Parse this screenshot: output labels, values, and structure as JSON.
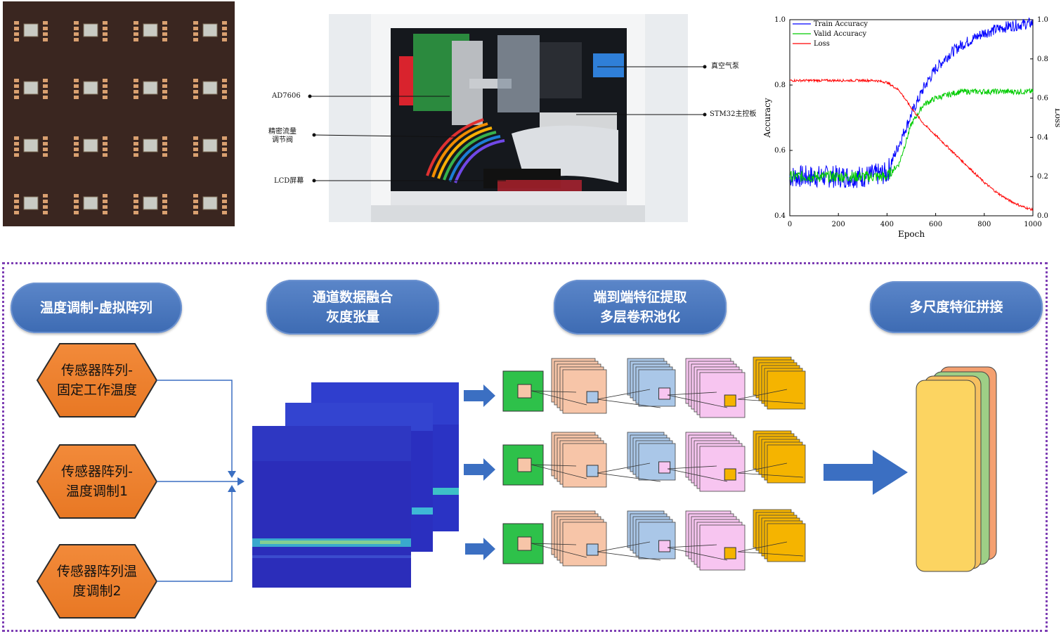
{
  "top": {
    "device_callouts": {
      "ad7606": "AD7606",
      "valve": "精密流量\n调节阀",
      "lcd": "LCD屏幕",
      "pump": "真空气泵",
      "stm32": "STM32主控板"
    }
  },
  "chart_data": {
    "type": "line",
    "xlabel": "Epoch",
    "ylabel": "Accuracy",
    "y2label": "Loss",
    "xlim": [
      0,
      1000
    ],
    "ylim": [
      0.4,
      1.0
    ],
    "y2lim": [
      0.0,
      1.0
    ],
    "xticks": [
      "0",
      "200",
      "400",
      "600",
      "800",
      "1000"
    ],
    "yticks": [
      "0.4",
      "0.6",
      "0.8",
      "1.0"
    ],
    "y2ticks": [
      "0.0",
      "0.2",
      "0.4",
      "0.6",
      "0.8",
      "1.0"
    ],
    "legend_position": "top-left",
    "series": [
      {
        "name": "Train Accuracy",
        "color": "#0000ff",
        "axis": "left",
        "x": [
          0,
          100,
          200,
          300,
          400,
          450,
          500,
          550,
          600,
          650,
          700,
          750,
          800,
          850,
          900,
          950,
          1000
        ],
        "y": [
          0.52,
          0.52,
          0.52,
          0.52,
          0.53,
          0.62,
          0.71,
          0.79,
          0.85,
          0.89,
          0.92,
          0.94,
          0.96,
          0.97,
          0.98,
          0.985,
          0.99
        ]
      },
      {
        "name": "Valid Accuracy",
        "color": "#00cc00",
        "axis": "left",
        "x": [
          0,
          100,
          200,
          300,
          400,
          450,
          500,
          550,
          600,
          650,
          700,
          750,
          800,
          850,
          900,
          950,
          1000
        ],
        "y": [
          0.52,
          0.52,
          0.52,
          0.52,
          0.52,
          0.56,
          0.68,
          0.74,
          0.76,
          0.77,
          0.78,
          0.78,
          0.78,
          0.78,
          0.78,
          0.78,
          0.78
        ]
      },
      {
        "name": "Loss",
        "color": "#ff0000",
        "axis": "right",
        "x": [
          0,
          100,
          200,
          300,
          350,
          400,
          450,
          500,
          550,
          600,
          650,
          700,
          750,
          800,
          850,
          900,
          950,
          1000
        ],
        "y": [
          0.69,
          0.69,
          0.69,
          0.69,
          0.69,
          0.68,
          0.64,
          0.55,
          0.47,
          0.41,
          0.35,
          0.29,
          0.23,
          0.17,
          0.12,
          0.08,
          0.05,
          0.03
        ]
      }
    ]
  },
  "pipeline": {
    "stages": [
      "温度调制-虚拟阵列",
      "通道数据融合\n灰度张量",
      "端到端特征提取\n多层卷积池化",
      "多尺度特征拼接"
    ],
    "sensor_blocks": [
      "传感器阵列-\n固定工作温度",
      "传感器阵列-\n温度调制1",
      "传感器阵列温\n度调制2"
    ]
  }
}
